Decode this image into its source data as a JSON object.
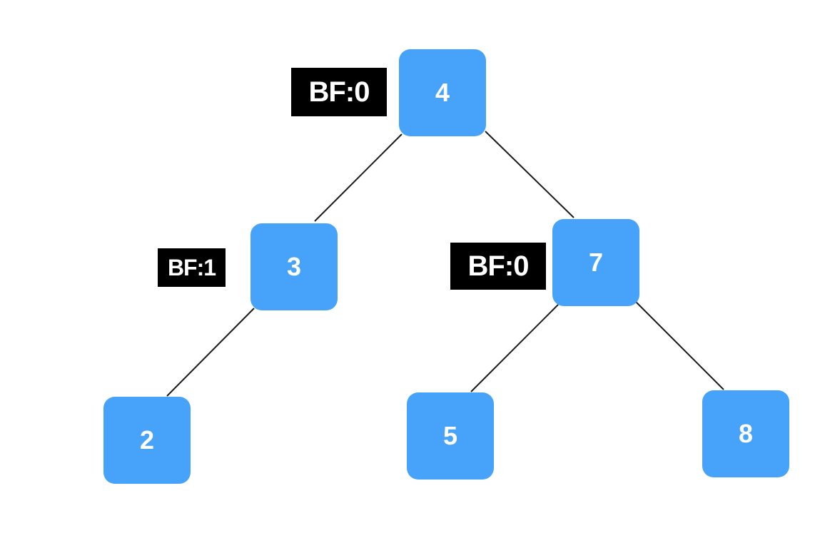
{
  "tree": {
    "nodes": {
      "n4": "4",
      "n3": "3",
      "n7": "7",
      "n2": "2",
      "n5": "5",
      "n8": "8"
    },
    "balance_labels": {
      "bf4": "BF:0",
      "bf3": "BF:1",
      "bf7": "BF:0"
    },
    "edges": [
      [
        "4",
        "3"
      ],
      [
        "4",
        "7"
      ],
      [
        "3",
        "2"
      ],
      [
        "7",
        "5"
      ],
      [
        "7",
        "8"
      ]
    ],
    "colors": {
      "node_fill": "#47a3f9",
      "node_text": "#ffffff",
      "label_fill": "#000000",
      "label_text": "#ffffff",
      "edge": "#1a1a1a"
    }
  }
}
